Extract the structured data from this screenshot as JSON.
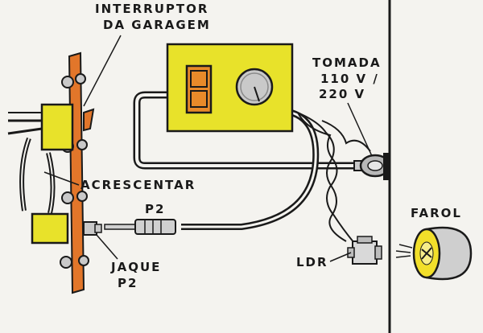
{
  "labels": {
    "switch_line1": "INTERRUPTOR",
    "switch_line2": "DA GARAGEM",
    "outlet_line1": "TOMADA",
    "outlet_line2": "110 V /",
    "outlet_line3": "220 V",
    "add": "ACRESCENTAR",
    "plug": "P2",
    "jack_line1": "JAQUE",
    "jack_line2": "P2",
    "ldr": "LDR",
    "lamp": "FAROL"
  },
  "colors": {
    "device_yellow": "#e8e22a",
    "panel_orange": "#e2762a",
    "display_orange": "#e88a2a",
    "ink": "#1a1a1a",
    "lamp_yellow": "#f2df2a",
    "lamp_gray": "#cfcfcf"
  }
}
